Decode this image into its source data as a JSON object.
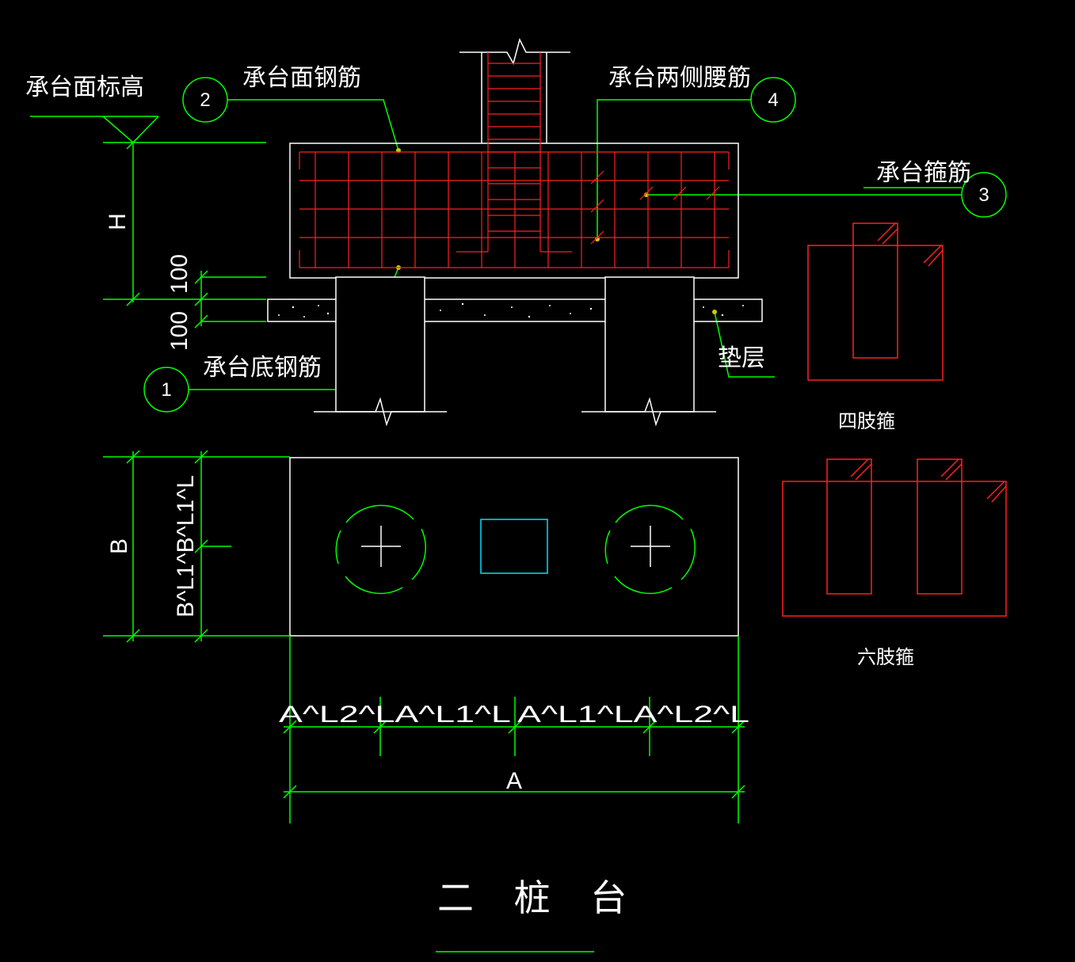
{
  "labels": {
    "top_elevation": "承台面标高",
    "top_rebar": "承台面钢筋",
    "side_waist_rebar": "承台两侧腰筋",
    "stirrup": "承台箍筋",
    "bottom_rebar": "承台底钢筋",
    "cushion": "垫层",
    "four_leg_stirrup": "四肢箍",
    "six_leg_stirrup": "六肢箍",
    "title": "二 桩 台"
  },
  "callouts": {
    "c1": "1",
    "c2": "2",
    "c3": "3",
    "c4": "4"
  },
  "dimensions": {
    "h": "H",
    "d100_upper": "100",
    "d100_lower": "100",
    "b": "B",
    "b_vertical": "B^L1^B^L1^L",
    "a_segments": "A^L2^LA^L1^L A^L1^LA^L2^L",
    "a": "A"
  },
  "colors": {
    "background": "#000000",
    "outline": "#ffffff",
    "dimension": "#00ff00",
    "rebar": "#ff2020",
    "column": "#00e0ff"
  }
}
